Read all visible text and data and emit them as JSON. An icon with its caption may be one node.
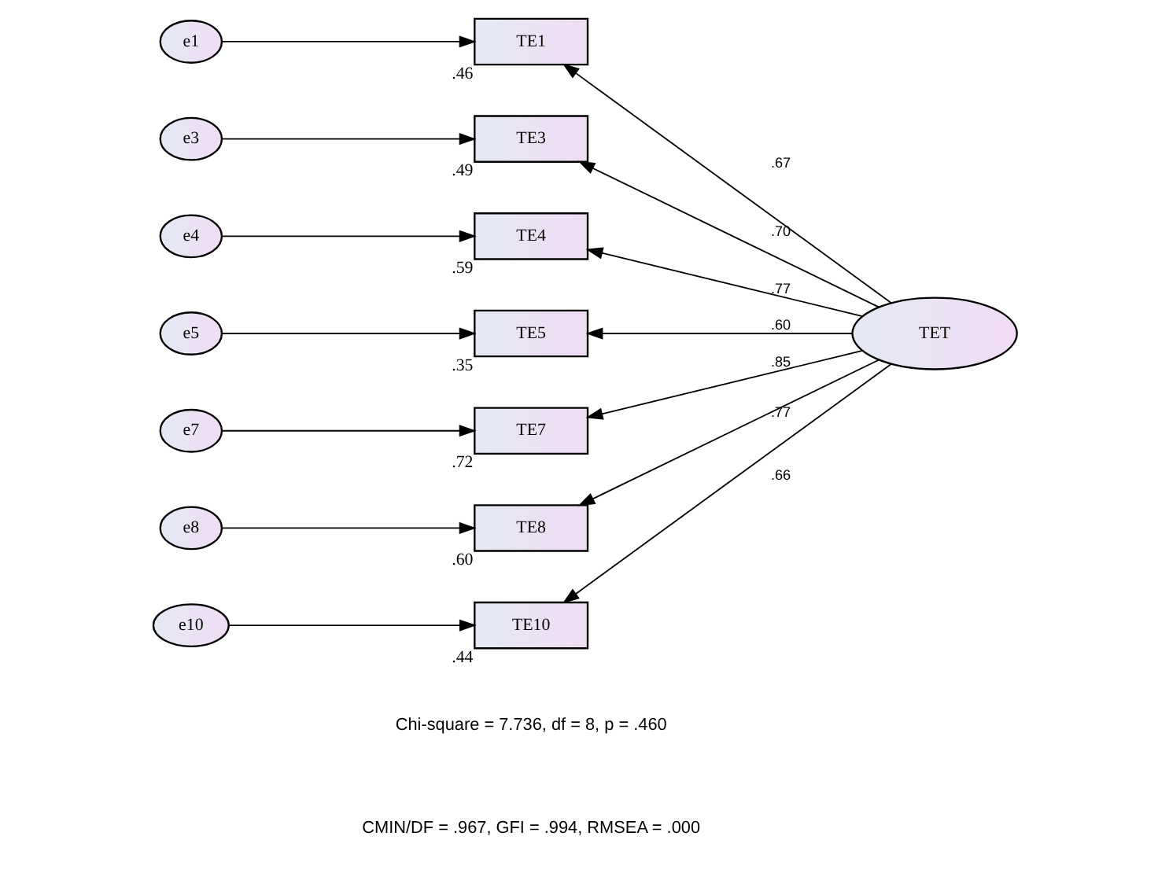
{
  "diagram": {
    "nodes": [
      {
        "text": [
          "e1"
        ]
      },
      {
        "text": [
          "TE1"
        ],
        "beside": [
          ".46"
        ]
      },
      {
        "text": [
          "e3"
        ]
      },
      {
        "text": [
          "TE3"
        ],
        "beside": [
          ".49"
        ]
      },
      {
        "text": [
          "e4"
        ]
      },
      {
        "text": [
          "TE4"
        ],
        "beside": [
          ".59"
        ]
      },
      {
        "text": [
          "e5"
        ]
      },
      {
        "text": [
          "TE5"
        ],
        "beside": [
          ".35"
        ]
      },
      {
        "text": [
          "e7"
        ]
      },
      {
        "text": [
          "TE7"
        ],
        "beside": [
          ".72"
        ]
      },
      {
        "text": [
          "e8"
        ]
      },
      {
        "text": [
          "TE8"
        ],
        "beside": [
          ".60"
        ]
      },
      {
        "text": [
          "e10"
        ]
      },
      {
        "text": [
          "TE10"
        ],
        "beside": [
          ".44"
        ]
      },
      {
        "text": [
          "TET"
        ]
      }
    ],
    "edges": [
      {
        "from": 0,
        "to": 1,
        "arrow": "to"
      },
      {
        "from": 2,
        "to": 3,
        "arrow": "to"
      },
      {
        "from": 4,
        "to": 5,
        "arrow": "to"
      },
      {
        "from": 6,
        "to": 7,
        "arrow": "to"
      },
      {
        "from": 8,
        "to": 9,
        "arrow": "to"
      },
      {
        "from": 10,
        "to": 11,
        "arrow": "to"
      },
      {
        "from": 12,
        "to": 13,
        "arrow": "to"
      },
      {
        "from": 14,
        "to": 1,
        "arrow": "to",
        "label": ".67"
      },
      {
        "from": 14,
        "to": 3,
        "arrow": "to",
        "label": ".70"
      },
      {
        "from": 14,
        "to": 5,
        "arrow": "to",
        "label": ".77"
      },
      {
        "from": 14,
        "to": 7,
        "arrow": "to",
        "label": ".60"
      },
      {
        "from": 14,
        "to": 9,
        "arrow": "to",
        "label": ".85"
      },
      {
        "from": 14,
        "to": 11,
        "arrow": "to",
        "label": ".77"
      },
      {
        "from": 14,
        "to": 13,
        "arrow": "to",
        "label": ".66"
      }
    ],
    "labels": [
      "Chi-square = 7.736, df = 8, p = .460",
      "CMIN/DF = .967, GFI = .994, RMSEA = .000"
    ]
  }
}
